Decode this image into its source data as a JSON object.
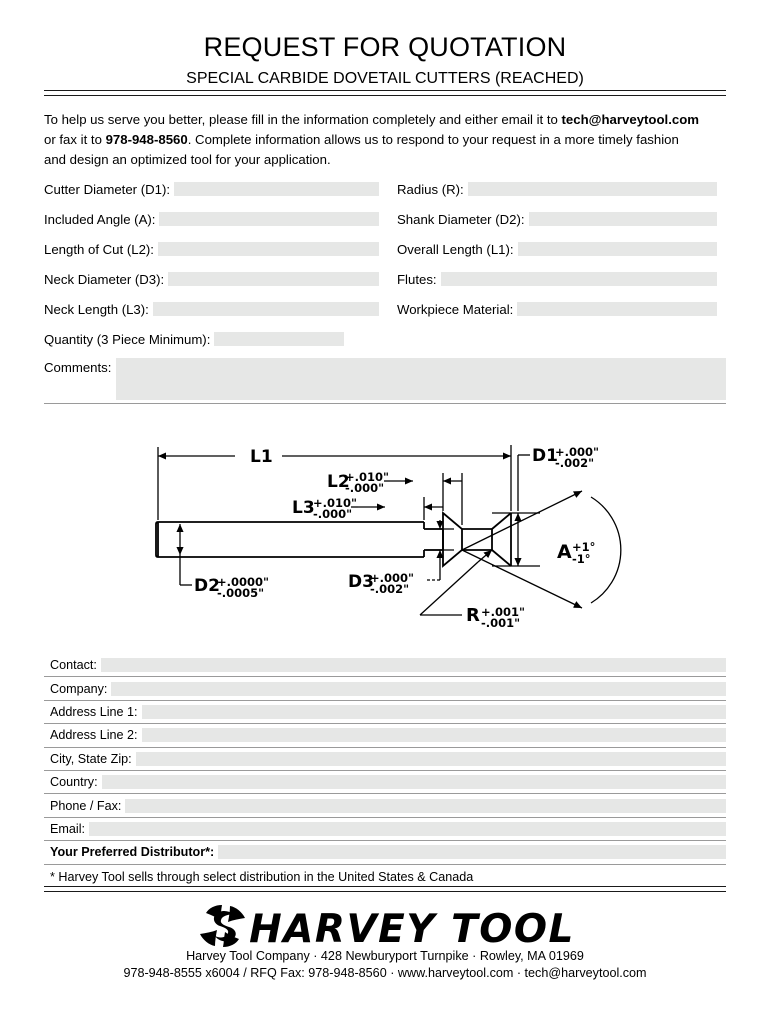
{
  "header": {
    "title": "REQUEST FOR QUOTATION",
    "subtitle": "SPECIAL CARBIDE DOVETAIL CUTTERS (REACHED)"
  },
  "intro": {
    "line1_a": "To help us serve you better, please fill in the information completely and either email it to ",
    "email": "tech@harveytool.com",
    "line2_a": " or fax it to ",
    "fax": "978-948-8560",
    "line2_b": ". Complete information allows us to respond to your request in a more timely fashion and design an optimized tool for your application."
  },
  "spec_left": [
    {
      "label": "Cutter Diameter (D1):",
      "value": ""
    },
    {
      "label": "Included Angle (A):",
      "value": ""
    },
    {
      "label": "Length of Cut (L2):",
      "value": ""
    },
    {
      "label": "Neck Diameter (D3):",
      "value": ""
    },
    {
      "label": "Neck Length (L3):",
      "value": ""
    },
    {
      "label": "Quantity (3 Piece Minimum):",
      "value": ""
    }
  ],
  "spec_right": [
    {
      "label": "Radius (R):",
      "value": ""
    },
    {
      "label": "Shank Diameter (D2):",
      "value": ""
    },
    {
      "label": "Overall Length (L1):",
      "value": ""
    },
    {
      "label": "Flutes:",
      "value": ""
    },
    {
      "label": "Workpiece Material:",
      "value": ""
    }
  ],
  "comments": {
    "label": "Comments:",
    "value": ""
  },
  "diagram": {
    "labels": {
      "l1": "L1",
      "l2": "L2",
      "l2_tol_up": "+.010\"",
      "l2_tol_dn": "-.000\"",
      "l3": "L3",
      "l3_tol_up": "+.010\"",
      "l3_tol_dn": "-.000\"",
      "d1": "D1",
      "d1_tol_up": "+.000\"",
      "d1_tol_dn": "-.002\"",
      "d2": "D2",
      "d2_tol_up": "+.0000\"",
      "d2_tol_dn": "-.0005\"",
      "d3": "D3",
      "d3_tol_up": "+.000\"",
      "d3_tol_dn": "-.002\"",
      "a": "A",
      "a_tol_up": "+1°",
      "a_tol_dn": "-1°",
      "r": "R",
      "r_tol_up": "+.001\"",
      "r_tol_dn": "-.001\""
    }
  },
  "contact": [
    {
      "label": "Contact:",
      "value": "",
      "bold": false
    },
    {
      "label": "Company:",
      "value": "",
      "bold": false
    },
    {
      "label": "Address Line 1:",
      "value": "",
      "bold": false
    },
    {
      "label": "Address Line 2:",
      "value": "",
      "bold": false
    },
    {
      "label": "City, State Zip:",
      "value": "",
      "bold": false
    },
    {
      "label": "Country:",
      "value": "",
      "bold": false
    },
    {
      "label": "Phone / Fax:",
      "value": "",
      "bold": false
    },
    {
      "label": "Email:",
      "value": "",
      "bold": false
    },
    {
      "label": "Your Preferred Distributor*:",
      "value": "",
      "bold": true
    }
  ],
  "contact_note": "* Harvey Tool sells through select distribution in the United States & Canada",
  "footer": {
    "logo_text": "HARVEY TOOL",
    "logo_icon": "pinwheel-s-icon",
    "line1": "Harvey Tool Company  ·  428 Newburyport Turnpike  ·  Rowley, MA 01969",
    "line2": "978-948-8555 x6004 / RFQ Fax: 978-948-8560  ·  www.harveytool.com  ·  tech@harveytool.com"
  },
  "colors": {
    "ink": "#000000",
    "field_fill": "#e6e7e6",
    "rule": "#9a9a9a",
    "heavy_rule": "#1a1a1a"
  }
}
